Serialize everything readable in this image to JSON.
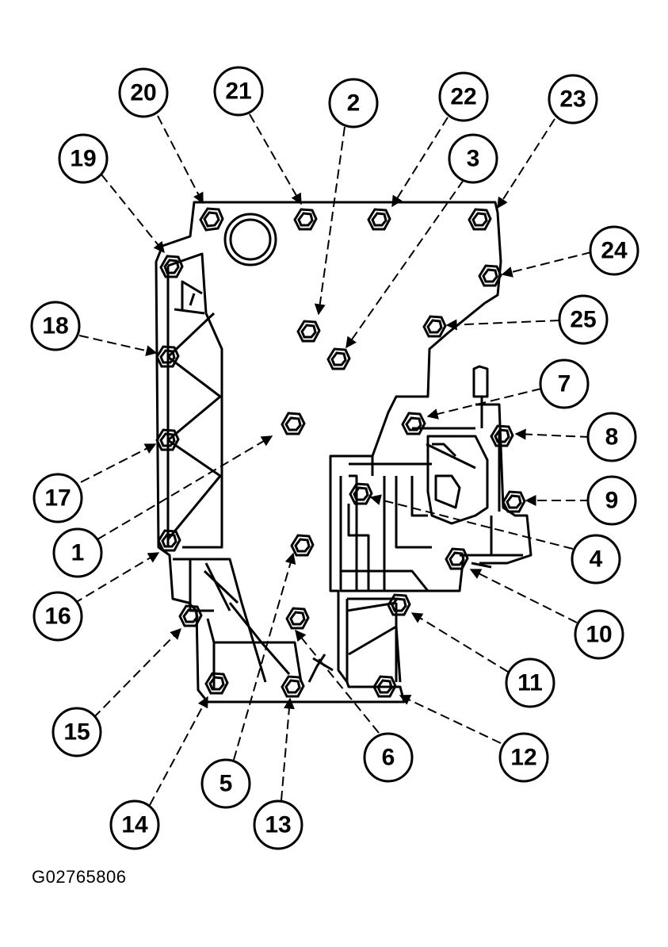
{
  "figure_id": "G02765806",
  "bolt_callouts": [
    "20",
    "21",
    "2",
    "22",
    "23",
    "19",
    "3",
    "24",
    "18",
    "25",
    "7",
    "8",
    "17",
    "9",
    "1",
    "4",
    "16",
    "10",
    "15",
    "11",
    "12",
    "6",
    "5",
    "14",
    "13"
  ]
}
